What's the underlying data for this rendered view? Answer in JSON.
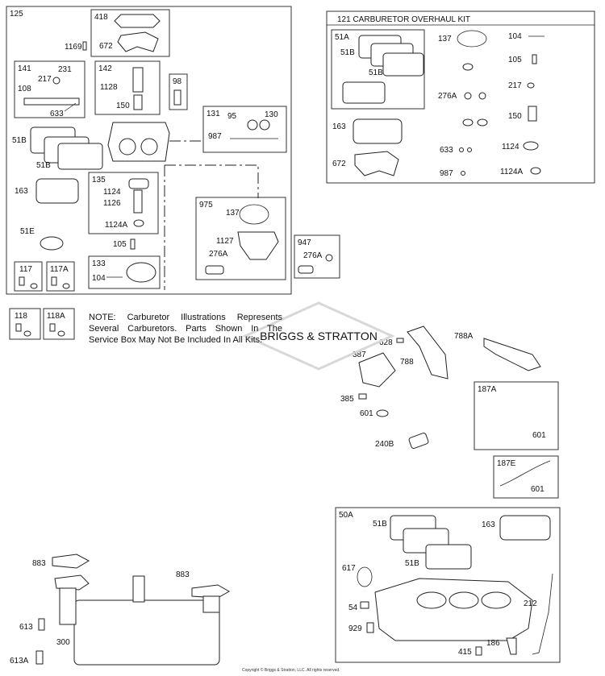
{
  "note": "NOTE: Carburetor Illustrations Represents Several Carburetors. Parts Shown In The Service Box May Not Be Included In All Kits.",
  "watermark": "BRIGGS & STRATTON",
  "copyright": "Copyright © Briggs & Stratton, LLC. All rights reserved.",
  "kit_title": "121 CARBURETOR OVERHAUL KIT",
  "labels": {
    "b125": "125",
    "b418": "418",
    "p672": "672",
    "p1169": "1169",
    "b141": "141",
    "p231": "231",
    "p217": "217",
    "p108": "108",
    "p633": "633",
    "b142": "142",
    "p1128": "1128",
    "p150": "150",
    "b98": "98",
    "b131": "131",
    "p95": "95",
    "p130": "130",
    "p987": "987",
    "p51b_a": "51B",
    "p51b_b": "51B",
    "p163": "163",
    "b135": "135",
    "p1124": "1124",
    "p1126": "1126",
    "p1124a": "1124A",
    "p51e": "51E",
    "p105": "105",
    "b117": "117",
    "b117a": "117A",
    "b133": "133",
    "p104": "104",
    "b975": "975",
    "p137": "137",
    "p1127": "1127",
    "p276a": "276A",
    "b947": "947",
    "p276a_2": "276A",
    "b118": "118",
    "b118a": "118A",
    "k51a": "51A",
    "k51b_1": "51B",
    "k51b_2": "51B",
    "k137": "137",
    "k104": "104",
    "k105": "105",
    "k217": "217",
    "k276a": "276A",
    "k150": "150",
    "k163": "163",
    "k633": "633",
    "k1124": "1124",
    "k672": "672",
    "k987": "987",
    "k1124a": "1124A",
    "p628": "628",
    "p788a": "788A",
    "p387": "387",
    "p788": "788",
    "p385": "385",
    "p601": "601",
    "p240b": "240B",
    "b187a": "187A",
    "p601_a": "601",
    "b187e": "187E",
    "p601_e": "601",
    "b50a": "50A",
    "m51b_1": "51B",
    "m163": "163",
    "m617": "617",
    "m51b_2": "51B",
    "m54": "54",
    "m212": "212",
    "m929": "929",
    "m186": "186",
    "m415": "415",
    "x883_1": "883",
    "x883_2": "883",
    "x613": "613",
    "x300": "300",
    "x613a": "613A"
  }
}
